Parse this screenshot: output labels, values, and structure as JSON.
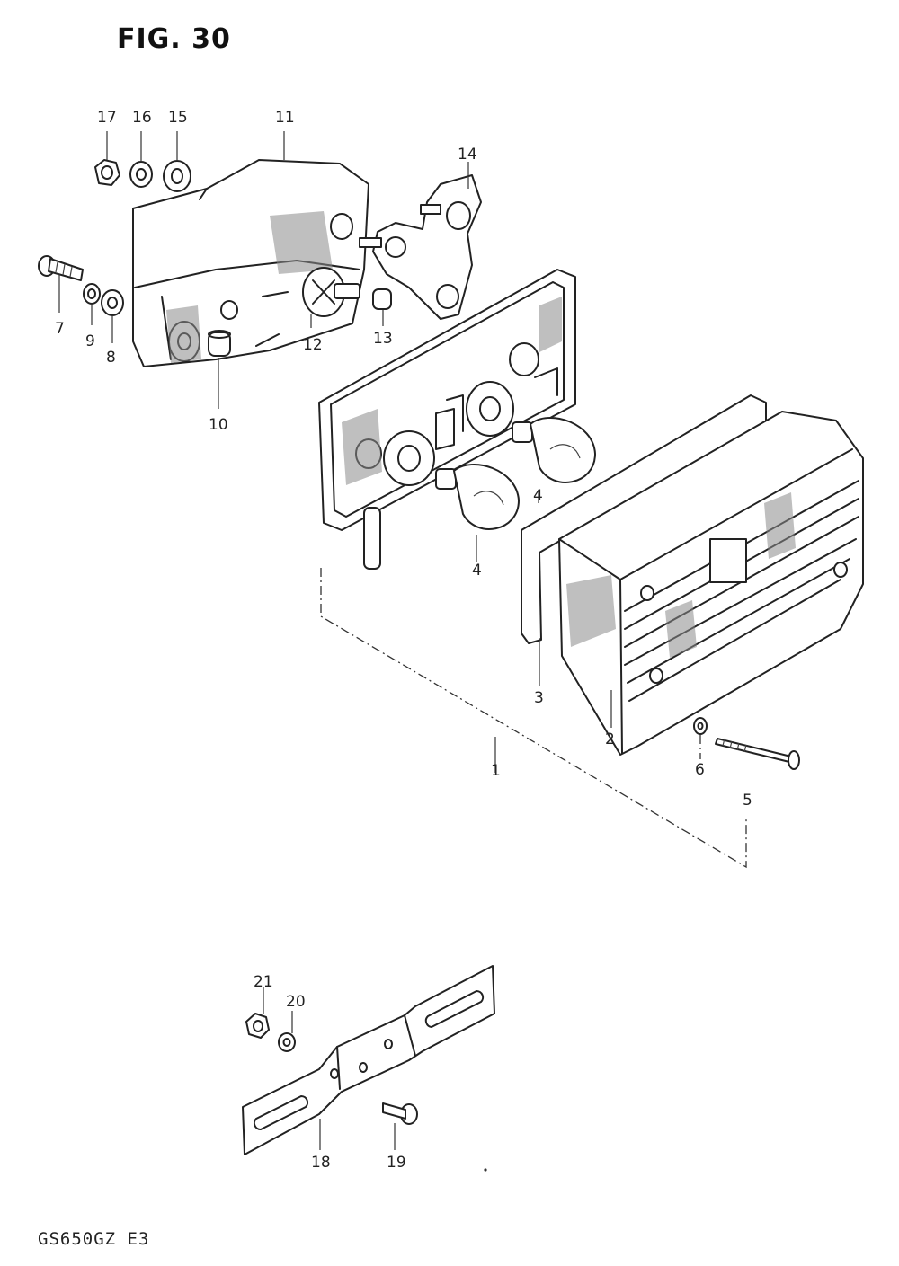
{
  "figure": {
    "title": "FIG. 30",
    "model": "GS650GZ  E3"
  },
  "callouts": {
    "c1": "1",
    "c2": "2",
    "c3": "3",
    "c4a": "4",
    "c4b": "4",
    "c5": "5",
    "c6": "6",
    "c7": "7",
    "c8": "8",
    "c9": "9",
    "c10": "10",
    "c11": "11",
    "c12": "12",
    "c13": "13",
    "c14": "14",
    "c15": "15",
    "c16": "16",
    "c17": "17",
    "c18": "18",
    "c19": "19",
    "c20": "20",
    "c21": "21"
  }
}
